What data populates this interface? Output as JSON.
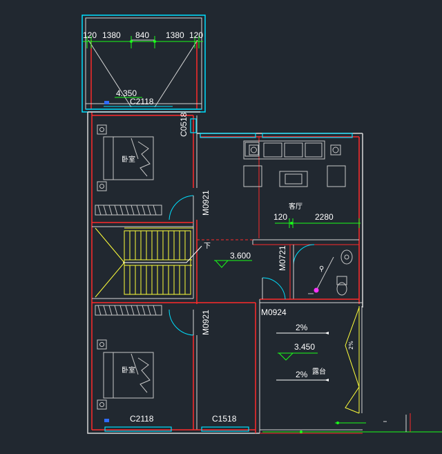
{
  "dimensions": {
    "top_chain": [
      "120",
      "1380",
      "840",
      "1380",
      "120"
    ],
    "living_chain": [
      "120",
      "2280"
    ]
  },
  "elevations": {
    "balcony_top": "4.350",
    "floor": "3.600",
    "terrace": "3.450"
  },
  "windows": {
    "top_bedroom": "C2118",
    "side_small": "C0518",
    "bottom_bedroom": "C2118",
    "bottom_corridor": "C1518"
  },
  "doors": {
    "top_bedroom": "M0921",
    "bottom_bedroom": "M0921",
    "bathroom": "M0721",
    "terrace": "M0924"
  },
  "rooms": {
    "bedroom_top": "卧室",
    "bedroom_bottom": "卧室",
    "living": "客厅",
    "terrace": "露台",
    "stair_down": "下"
  },
  "slopes": {
    "terrace_top": "2%",
    "terrace_bottom": "2%"
  },
  "colors": {
    "background": "#212830",
    "wall": "#ff2a2a",
    "outline": "#d8d8d8",
    "window": "#00e0ff",
    "dimension": "#19ff19",
    "stair": "#ffff3a",
    "furniture": "#c8c8c8",
    "text": "#ffffff",
    "fixture_marker": "#ff33ff"
  }
}
